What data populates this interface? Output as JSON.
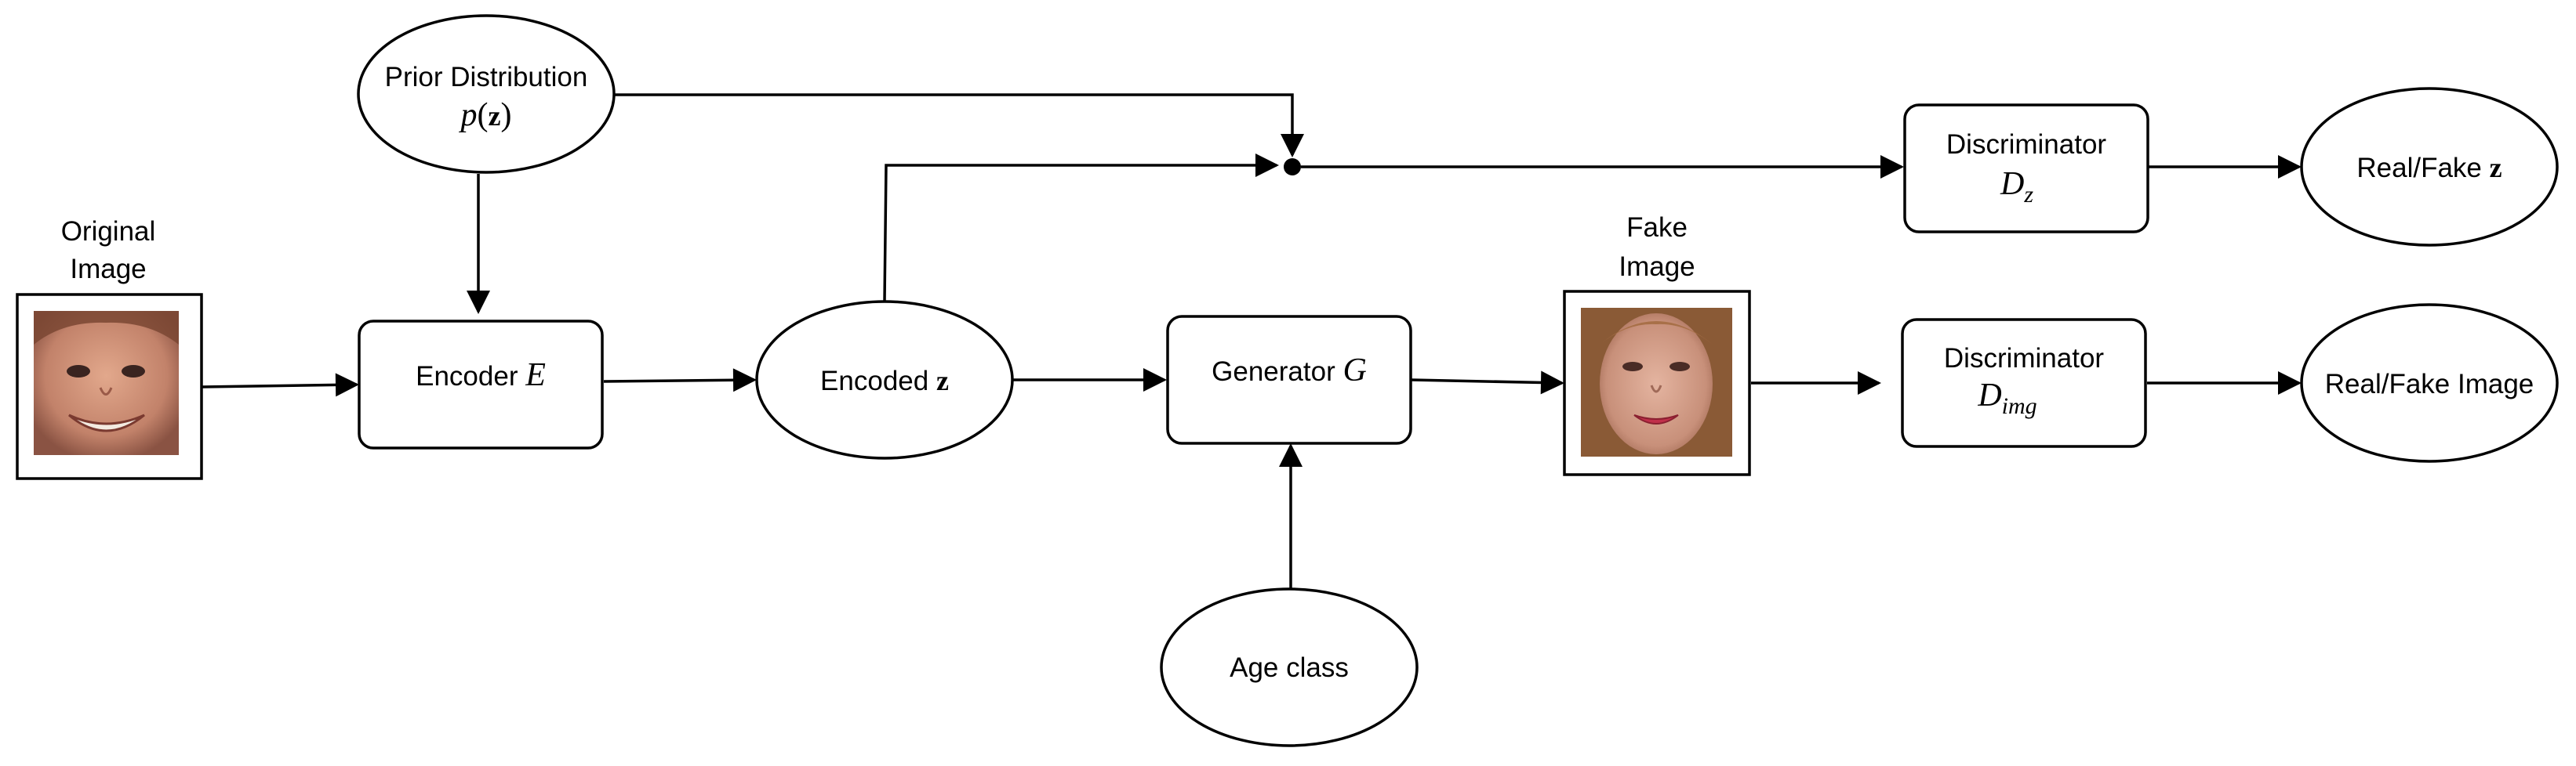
{
  "nodes": {
    "prior": {
      "line1": "Prior Distribution",
      "math_func": "p",
      "math_open": "(",
      "math_var": "z",
      "math_close": ")"
    },
    "original": {
      "line1": "Original",
      "line2": "Image"
    },
    "encoder": {
      "text": "Encoder",
      "math": "E"
    },
    "encoded": {
      "text": "Encoded",
      "math": "z"
    },
    "generator": {
      "text": "Generator",
      "math": "G"
    },
    "fake": {
      "line1": "Fake",
      "line2": "Image"
    },
    "age": {
      "text": "Age class"
    },
    "disc_z": {
      "text": "Discriminator",
      "math": "D",
      "sub": "z"
    },
    "disc_img": {
      "text": "Discriminator",
      "math": "D",
      "sub": "img"
    },
    "real_fake_z": {
      "text": "Real/Fake",
      "math": "z"
    },
    "real_fake_img": {
      "text": "Real/Fake Image"
    }
  },
  "colors": {
    "stroke": "#000000",
    "background": "#ffffff",
    "child_skin": "#c98a6f",
    "adult_skin": "#d39a82",
    "adult_hair": "#8a5a36"
  },
  "icons": {
    "original_face": "child-face-photo",
    "fake_face": "adult-woman-face-photo"
  }
}
